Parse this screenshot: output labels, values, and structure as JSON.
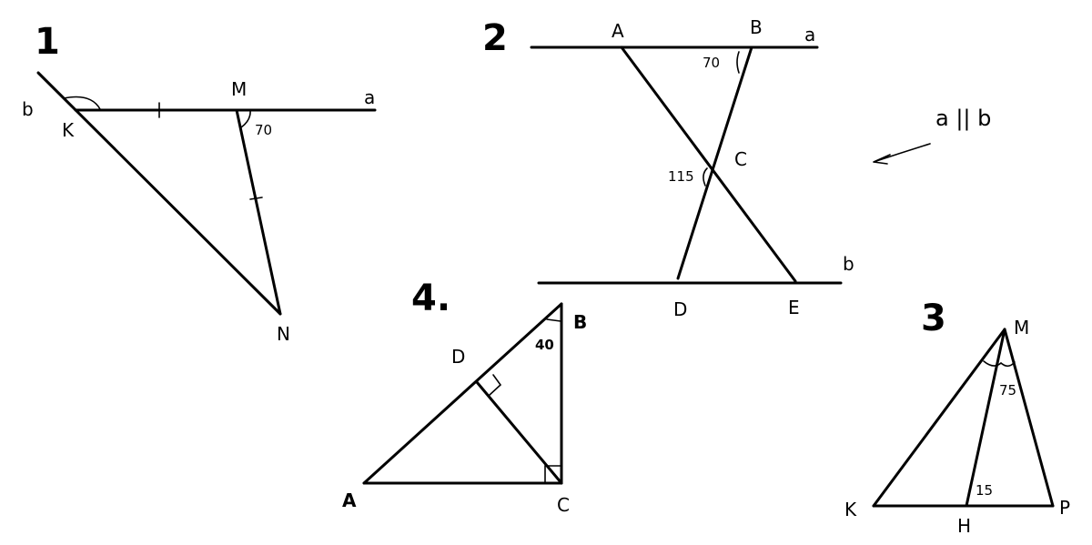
{
  "figures": {
    "fig1": {
      "number": "1",
      "labels": {
        "b": "b",
        "K": "K",
        "M": "M",
        "a": "a",
        "N": "N"
      },
      "angle_M": "70"
    },
    "fig2": {
      "number": "2",
      "labels": {
        "A": "A",
        "B": "B",
        "a": "a",
        "C": "C",
        "b": "b",
        "D": "D",
        "E": "E"
      },
      "angle_B": "70",
      "angle_C": "115",
      "note": "a || b"
    },
    "fig3": {
      "number": "3",
      "labels": {
        "M": "M",
        "K": "K",
        "H": "H",
        "P": "P"
      },
      "angle_M": "75",
      "angle_H": "15"
    },
    "fig4": {
      "number": "4.",
      "labels": {
        "D": "D",
        "B": "B",
        "A": "A",
        "C": "C"
      },
      "angle_B": "40"
    }
  }
}
